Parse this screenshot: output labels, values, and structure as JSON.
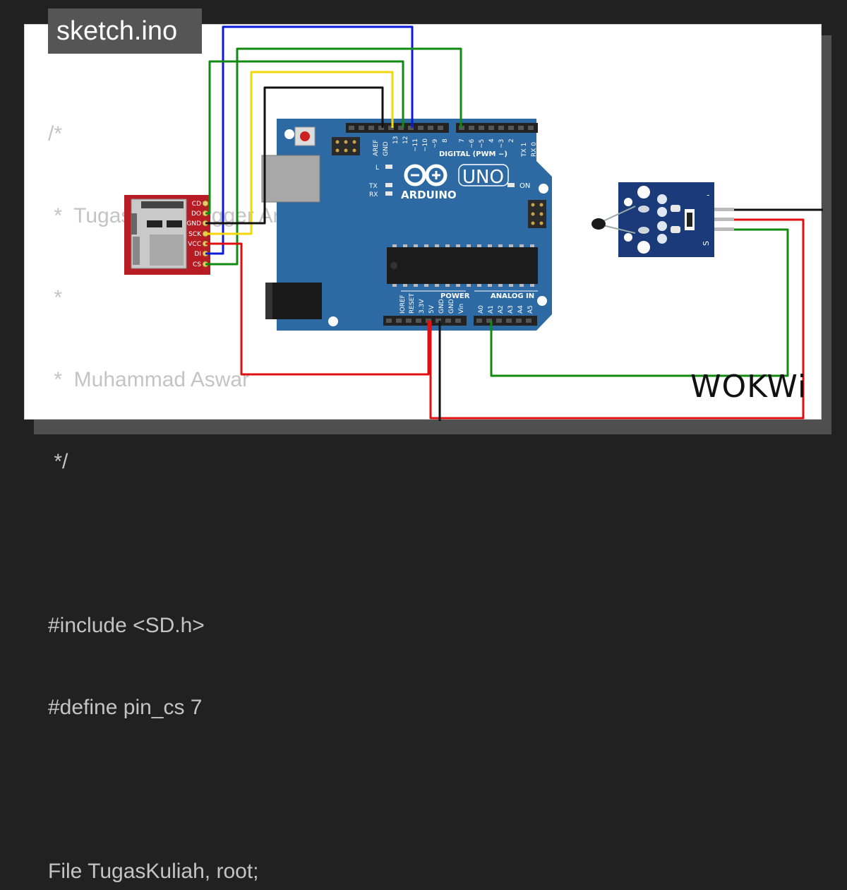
{
  "file_tab": {
    "name": "sketch.ino"
  },
  "code_lines": [
    "/*",
    " *  Tugas Data Logger Arduino SD Card",
    " *",
    " *  Muhammad Aswar",
    " */",
    "",
    "#include <SD.h>",
    "#define pin_cs 7",
    "",
    "File TugasKuliah, root;"
  ],
  "sd_module": {
    "pins": [
      "CD",
      "DO",
      "GND",
      "SCK",
      "VCC",
      "DI",
      "CS"
    ]
  },
  "arduino": {
    "brand": "ARDUINO",
    "model": "UNO",
    "digital_label": "DIGITAL (PWM ~)",
    "power_label": "POWER",
    "analog_label": "ANALOG IN",
    "led_l": "L",
    "led_tx": "TX",
    "led_rx": "RX",
    "led_on": "ON",
    "top_pins": [
      "AREF",
      "GND",
      "13",
      "12",
      "~11",
      "~10",
      "~9",
      "8",
      "7",
      "~6",
      "~5",
      "4",
      "~3",
      "2",
      "TX 1",
      "RX 0"
    ],
    "power_pins": [
      "IOREF",
      "RESET",
      "3.3V",
      "5V",
      "GND",
      "GND",
      "Vin"
    ],
    "analog_pins": [
      "A0",
      "A1",
      "A2",
      "A3",
      "A4",
      "A5"
    ]
  },
  "sensor": {
    "minus_label": "-",
    "signal_label": "S"
  },
  "brand_logo": "WOKWi",
  "colors": {
    "background": "#212121",
    "board": "#2d6aa3",
    "sd_board": "#b71c24",
    "sensor_board": "#1a3a7a",
    "wire_blue": "#0a1ad8",
    "wire_green": "#118a11",
    "wire_yellow": "#f3d70a",
    "wire_black": "#111111",
    "wire_red": "#e01010"
  }
}
